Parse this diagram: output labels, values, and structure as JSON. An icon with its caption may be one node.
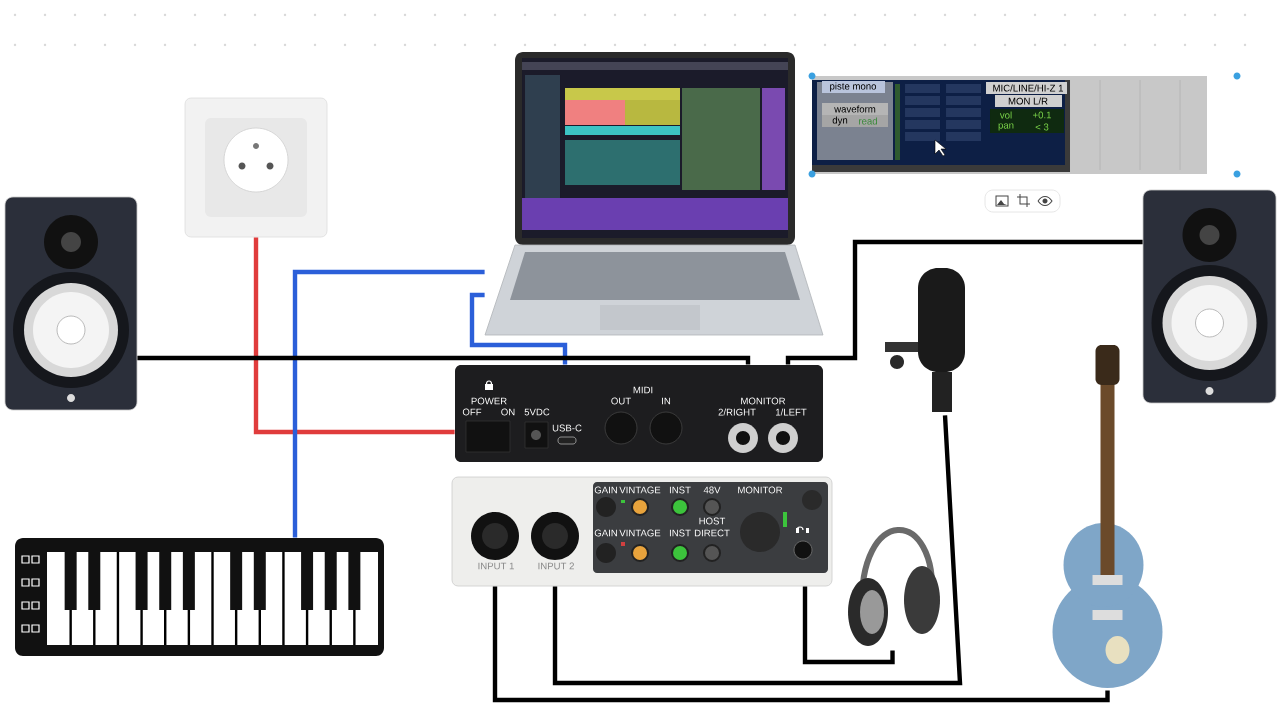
{
  "diagram": {
    "nodes": [
      {
        "text": [],
        "shape": "picture"
      },
      {
        "text": [],
        "shape": "picture"
      },
      {
        "text": [],
        "shape": "picture"
      },
      {
        "text": [],
        "shape": "picture"
      },
      {
        "text": [],
        "shape": "picture"
      },
      {
        "text": [],
        "shape": "picture"
      },
      {
        "text": [],
        "shape": "picture"
      },
      {
        "text": [],
        "shape": "picture"
      },
      {
        "text": [],
        "shape": "picture"
      },
      {
        "text": [],
        "shape": "picture"
      },
      {
        "text": [],
        "shape": "picture"
      }
    ],
    "edges": [
      {
        "from": 1,
        "to": 5,
        "arrow": "none",
        "color": "#e03c3c"
      },
      {
        "from": 2,
        "to": 5,
        "arrow": "none",
        "color": "#2b5fd9"
      },
      {
        "from": 8,
        "to": 2,
        "arrow": "none",
        "color": "#2b5fd9"
      },
      {
        "from": 0,
        "to": 5,
        "arrow": "none"
      },
      {
        "from": 4,
        "to": 5,
        "arrow": "none"
      },
      {
        "from": 7,
        "to": 6,
        "arrow": "none"
      },
      {
        "from": 10,
        "to": 6,
        "arrow": "none"
      },
      {
        "from": 9,
        "to": 6,
        "arrow": "none"
      }
    ],
    "labels": [
      "piste mono",
      "waveform",
      "dyn",
      "read",
      "MIC/LINE/HI-Z 1",
      "MON L/R",
      "vol",
      "+0.1",
      "pan",
      "< 3",
      "MIDI",
      "POWER",
      "OUT",
      "IN",
      "MONITOR",
      "OFF",
      "ON",
      "5VDC",
      "2/RIGHT",
      "1/LEFT",
      "USB-C",
      "GAIN",
      "VINTAGE",
      "INST",
      "48V",
      "MONITOR",
      "HOST",
      "GAIN",
      "VINTAGE",
      "INST",
      "DIRECT",
      "INPUT 1",
      "INPUT 2"
    ]
  }
}
